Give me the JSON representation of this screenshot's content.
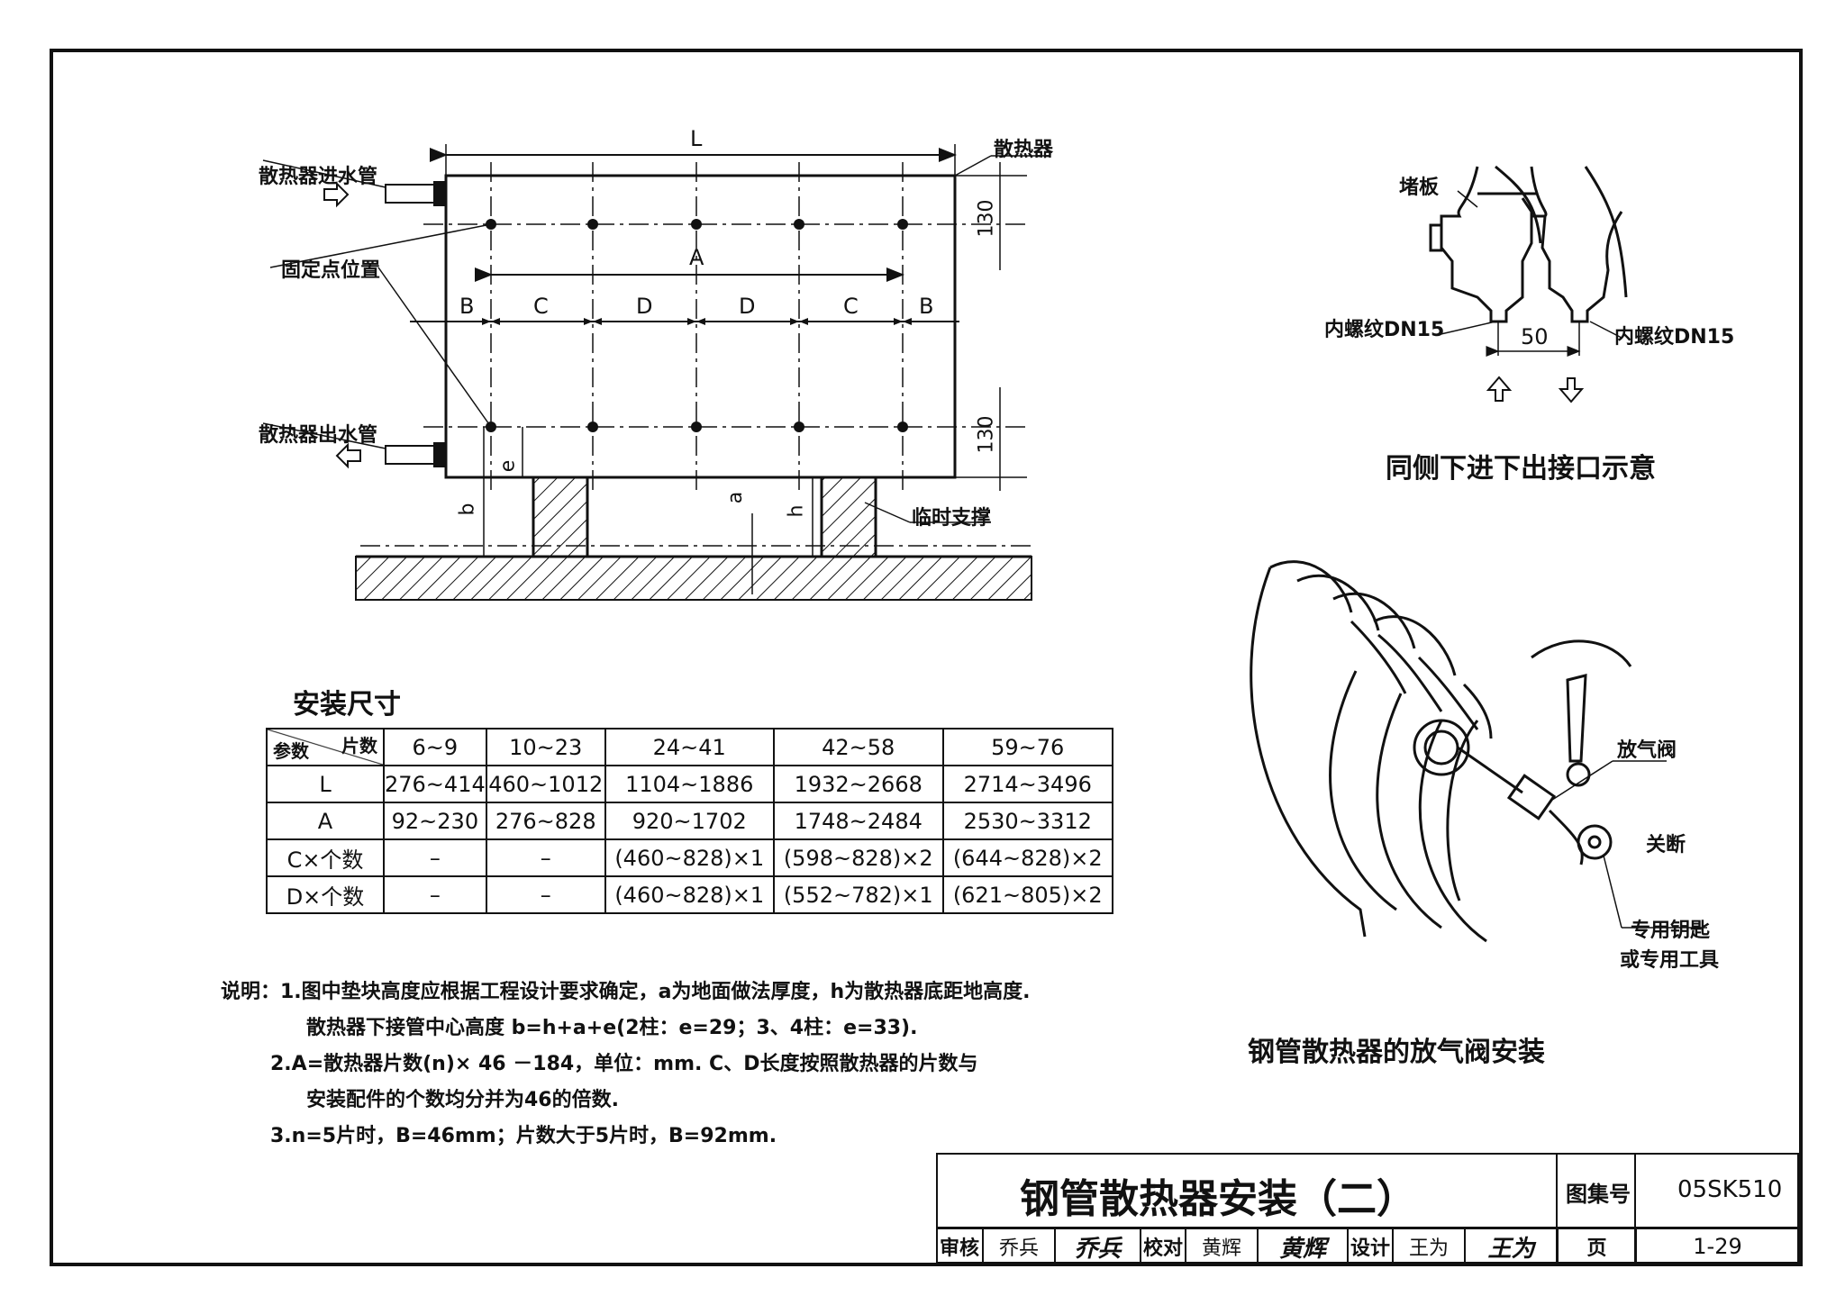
{
  "drawing": {
    "labels": {
      "inlet_pipe": "散热器进水管",
      "outlet_pipe": "散热器出水管",
      "fixing_points": "固定点位置",
      "radiator": "散热器",
      "temp_support": "临时支撑",
      "dim_L": "L",
      "dim_A": "A",
      "dim_B": "B",
      "dim_C": "C",
      "dim_D": "D",
      "dim_130": "130",
      "dim_b": "b",
      "dim_e": "e",
      "dim_a": "a",
      "dim_h": "h"
    }
  },
  "side_detail": {
    "plug": "堵板",
    "thread_left": "内螺纹DN15",
    "thread_right": "内螺纹DN15",
    "spacing": "50",
    "caption": "同侧下进下出接口示意"
  },
  "valve_detail": {
    "air_valve": "放气阀",
    "shutoff": "关断",
    "key_line1": "专用钥匙",
    "key_line2": "或专用工具",
    "caption": "钢管散热器的放气阀安装"
  },
  "table": {
    "title": "安装尺寸",
    "corner_top": "片数",
    "corner_bottom": "参数",
    "columns": [
      "6~9",
      "10~23",
      "24~41",
      "42~58",
      "59~76"
    ],
    "rows": [
      {
        "param": "L",
        "cells": [
          "276~414",
          "460~1012",
          "1104~1886",
          "1932~2668",
          "2714~3496"
        ]
      },
      {
        "param": "A",
        "cells": [
          "92~230",
          "276~828",
          "920~1702",
          "1748~2484",
          "2530~3312"
        ]
      },
      {
        "param": "C×个数",
        "cells": [
          "–",
          "–",
          "(460~828)×1",
          "(598~828)×2",
          "(644~828)×2"
        ]
      },
      {
        "param": "D×个数",
        "cells": [
          "–",
          "–",
          "(460~828)×1",
          "(552~782)×1",
          "(621~805)×2"
        ]
      }
    ]
  },
  "notes": {
    "line1": "说明：1.图中垫块高度应根据工程设计要求确定，a为地面做法厚度，h为散热器底距地高度.",
    "line2": "散热器下接管中心高度 b=h+a+e(2柱：e=29；3、4柱：e=33).",
    "line3": "2.A=散热器片数(n)× 46 －184，单位：mm. C、D长度按照散热器的片数与",
    "line4": "安装配件的个数均分并为46的倍数.",
    "line5": "3.n=5片时，B=46mm；片数大于5片时，B=92mm."
  },
  "title_block": {
    "title": "钢管散热器安装（二）",
    "atlas_label": "图集号",
    "atlas_no": "05SK510",
    "review_label": "审核",
    "reviewer": "乔兵",
    "reviewer_sign": "乔兵",
    "check_label": "校对",
    "checker": "黄辉",
    "checker_sign": "黄辉",
    "design_label": "设计",
    "designer": "王为",
    "designer_sign": "王为",
    "page_label": "页",
    "page_no": "1-29"
  }
}
